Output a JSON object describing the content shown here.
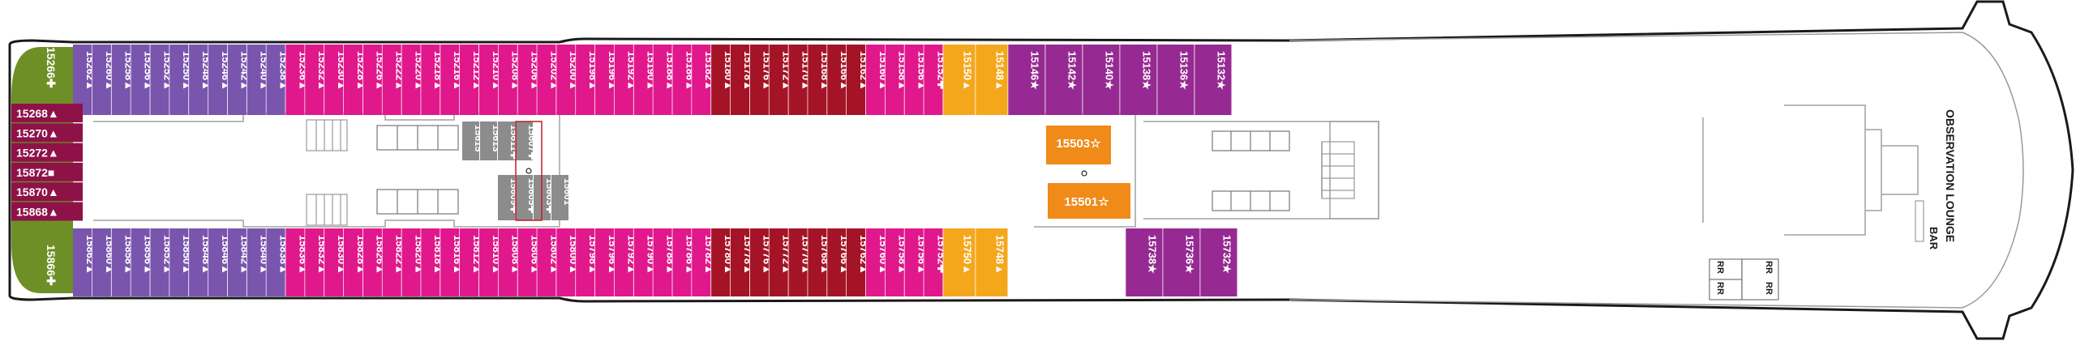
{
  "colors": {
    "purple": "#7a55ae",
    "pink": "#e0188c",
    "red": "#a51426",
    "orange": "#f5a71c",
    "violet": "#962a92",
    "maroon": "#8e1247",
    "green": "#6e8f25",
    "grey": "#8c8c8c",
    "hull": "#1a1a1a",
    "orange_deep": "#f08a18"
  },
  "bow": {
    "top_label": "15266✚",
    "bottom_label": "15866✚",
    "stack": [
      "15268▲",
      "15270▲",
      "15272▲",
      "15872■",
      "15870▲",
      "15868▲"
    ]
  },
  "top_row": [
    {
      "label": "15262▲",
      "color": "purple"
    },
    {
      "label": "15260▲",
      "color": "purple"
    },
    {
      "label": "15258▲",
      "color": "purple"
    },
    {
      "label": "15256▲",
      "color": "purple"
    },
    {
      "label": "15252▲",
      "color": "purple"
    },
    {
      "label": "15250▲",
      "color": "purple"
    },
    {
      "label": "15248▲",
      "color": "purple"
    },
    {
      "label": "15246▲",
      "color": "purple"
    },
    {
      "label": "15242▲",
      "color": "purple"
    },
    {
      "label": "15240▲",
      "color": "purple"
    },
    {
      "label": "15238▲",
      "color": "purple"
    },
    {
      "label": "15236▲",
      "color": "pink"
    },
    {
      "label": "15232▲",
      "color": "pink"
    },
    {
      "label": "15230▲",
      "color": "pink"
    },
    {
      "label": "15228▲",
      "color": "pink"
    },
    {
      "label": "15226▲",
      "color": "pink"
    },
    {
      "label": "15222▲",
      "color": "pink"
    },
    {
      "label": "15220▲",
      "color": "pink"
    },
    {
      "label": "15218▲",
      "color": "pink"
    },
    {
      "label": "15216▲",
      "color": "pink"
    },
    {
      "label": "15212▲",
      "color": "pink"
    },
    {
      "label": "15210▲",
      "color": "pink"
    },
    {
      "label": "15208▲",
      "color": "pink"
    },
    {
      "label": "15206▲",
      "color": "pink"
    },
    {
      "label": "15202▲",
      "color": "pink"
    },
    {
      "label": "15200▲",
      "color": "pink"
    },
    {
      "label": "15198▲",
      "color": "pink"
    },
    {
      "label": "15196▲",
      "color": "pink"
    },
    {
      "label": "15192▲",
      "color": "pink"
    },
    {
      "label": "15190▲",
      "color": "pink"
    },
    {
      "label": "15188▲",
      "color": "pink"
    },
    {
      "label": "15186▲",
      "color": "pink"
    },
    {
      "label": "15182▲",
      "color": "pink"
    },
    {
      "label": "15180▲",
      "color": "red"
    },
    {
      "label": "15178▲",
      "color": "red"
    },
    {
      "label": "15176▲",
      "color": "red"
    },
    {
      "label": "15172▲",
      "color": "red"
    },
    {
      "label": "15170▲",
      "color": "red"
    },
    {
      "label": "15168▲",
      "color": "red"
    },
    {
      "label": "15166▲",
      "color": "red"
    },
    {
      "label": "15162▲",
      "color": "red"
    },
    {
      "label": "15160▲",
      "color": "pink"
    },
    {
      "label": "15158▲",
      "color": "pink"
    },
    {
      "label": "15156▲",
      "color": "pink"
    },
    {
      "label": "15152✚",
      "color": "pink"
    },
    {
      "label": "15150▲",
      "color": "orange"
    },
    {
      "label": "15148▲",
      "color": "orange"
    },
    {
      "label": "15146★",
      "color": "violet"
    },
    {
      "label": "15142★",
      "color": "violet"
    },
    {
      "label": "15140★",
      "color": "violet"
    },
    {
      "label": "15138★",
      "color": "violet"
    },
    {
      "label": "15136★",
      "color": "violet"
    },
    {
      "label": "15132★",
      "color": "violet"
    }
  ],
  "bottom_row": [
    {
      "label": "15862▲",
      "color": "purple"
    },
    {
      "label": "15860▲",
      "color": "purple"
    },
    {
      "label": "15858▲",
      "color": "purple"
    },
    {
      "label": "15856▲",
      "color": "purple"
    },
    {
      "label": "15852▲",
      "color": "purple"
    },
    {
      "label": "15850▲",
      "color": "purple"
    },
    {
      "label": "15848▲",
      "color": "purple"
    },
    {
      "label": "15846▲",
      "color": "purple"
    },
    {
      "label": "15842▲",
      "color": "purple"
    },
    {
      "label": "15840▲",
      "color": "purple"
    },
    {
      "label": "15838▲",
      "color": "purple"
    },
    {
      "label": "15836▲",
      "color": "pink"
    },
    {
      "label": "15832▲",
      "color": "pink"
    },
    {
      "label": "15830▲",
      "color": "pink"
    },
    {
      "label": "15828▲",
      "color": "pink"
    },
    {
      "label": "15826▲",
      "color": "pink"
    },
    {
      "label": "15822▲",
      "color": "pink"
    },
    {
      "label": "15820▲",
      "color": "pink"
    },
    {
      "label": "15818▲",
      "color": "pink"
    },
    {
      "label": "15816▲",
      "color": "pink"
    },
    {
      "label": "15812▲",
      "color": "pink"
    },
    {
      "label": "15810▲",
      "color": "pink"
    },
    {
      "label": "15808▲",
      "color": "pink"
    },
    {
      "label": "15806▲",
      "color": "pink"
    },
    {
      "label": "15802▲",
      "color": "pink"
    },
    {
      "label": "15800▲",
      "color": "pink"
    },
    {
      "label": "15798▲",
      "color": "pink"
    },
    {
      "label": "15796▲",
      "color": "pink"
    },
    {
      "label": "15792▲",
      "color": "pink"
    },
    {
      "label": "15790▲",
      "color": "pink"
    },
    {
      "label": "15788▲",
      "color": "pink"
    },
    {
      "label": "15786▲",
      "color": "pink"
    },
    {
      "label": "15782▲",
      "color": "pink"
    },
    {
      "label": "15780▲",
      "color": "red"
    },
    {
      "label": "15778▲",
      "color": "red"
    },
    {
      "label": "15776▲",
      "color": "red"
    },
    {
      "label": "15772▲",
      "color": "red"
    },
    {
      "label": "15770▲",
      "color": "red"
    },
    {
      "label": "15768▲",
      "color": "red"
    },
    {
      "label": "15766▲",
      "color": "red"
    },
    {
      "label": "15762▲",
      "color": "red"
    },
    {
      "label": "15760▲",
      "color": "pink"
    },
    {
      "label": "15758▲",
      "color": "pink"
    },
    {
      "label": "15756▲",
      "color": "pink"
    },
    {
      "label": "15752✚",
      "color": "pink"
    },
    {
      "label": "15750▲",
      "color": "orange"
    },
    {
      "label": "15748▲",
      "color": "orange"
    },
    {
      "label": "15738★",
      "color": "violet"
    },
    {
      "label": "15736★",
      "color": "violet"
    },
    {
      "label": "15732★",
      "color": "violet"
    }
  ],
  "inner_upper": [
    "15615",
    "15613",
    "15611✚",
    "15607✚"
  ],
  "inner_lower": [
    "15609✚",
    "15605✚",
    "15603✚",
    "15601"
  ],
  "suites": [
    "15503☆",
    "15501☆"
  ],
  "lounge_label": "OBSERVATION LOUNGE",
  "bar_label": "BAR",
  "restroom_label": "RR"
}
